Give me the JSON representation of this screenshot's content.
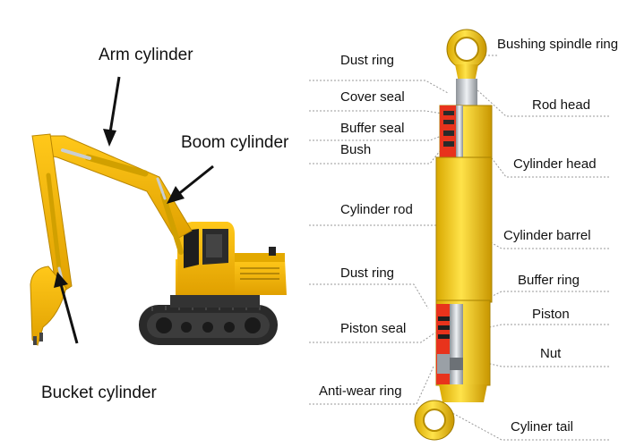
{
  "excavator_labels": {
    "arm_cylinder": "Arm cylinder",
    "boom_cylinder": "Boom cylinder",
    "bucket_cylinder": "Bucket cylinder"
  },
  "cylinder_labels_left": {
    "dust_ring_top": "Dust ring",
    "cover_seal": "Cover seal",
    "buffer_seal": "Buffer seal",
    "bush": "Bush",
    "cylinder_rod": "Cylinder rod",
    "dust_ring_bottom": "Dust ring",
    "piston_seal": "Piston seal",
    "anti_wear_ring": "Anti-wear ring"
  },
  "cylinder_labels_right": {
    "bushing_spindle_ring": "Bushing spindle ring",
    "rod_head": "Rod head",
    "cylinder_head": "Cylinder head",
    "cylinder_barrel": "Cylinder barrel",
    "buffer_ring": "Buffer ring",
    "piston": "Piston",
    "nut": "Nut",
    "cylinder_tail": "Cyliner tail"
  },
  "colors": {
    "excavator_yellow": "#f2b705",
    "cylinder_yellow": "#f5d00a",
    "seal_red": "#e8331c",
    "chrome": "#c9ced3",
    "track_dark": "#2a2a2a",
    "leader_line": "#9a9a9a"
  }
}
